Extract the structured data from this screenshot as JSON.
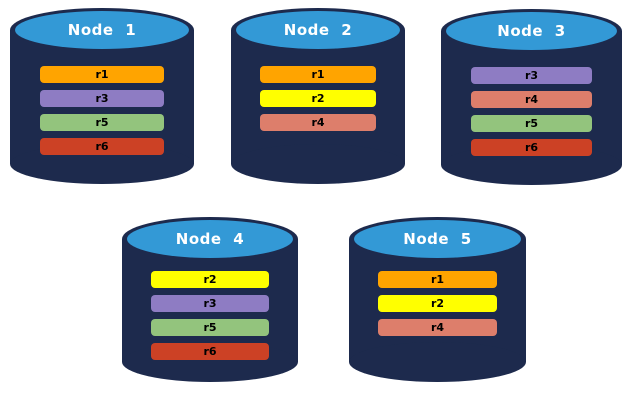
{
  "colors": {
    "cylinder_body": "#1d2a4d",
    "cylinder_top": "#3399d6",
    "title_text": "#ffffff",
    "bar_text": "#000000",
    "background": "#ffffff"
  },
  "replica_colors": {
    "r1": "#ffa400",
    "r2": "#ffff00",
    "r3": "#8e7cc3",
    "r4": "#dd7e6b",
    "r5": "#93c47d",
    "r6": "#cc4125"
  },
  "nodes": [
    {
      "title": "Node 1",
      "replicas": [
        "r1",
        "r3",
        "r5",
        "r6"
      ]
    },
    {
      "title": "Node 2",
      "replicas": [
        "r1",
        "r2",
        "r4"
      ]
    },
    {
      "title": "Node 3",
      "replicas": [
        "r3",
        "r4",
        "r5",
        "r6"
      ]
    },
    {
      "title": "Node 4",
      "replicas": [
        "r2",
        "r3",
        "r5",
        "r6"
      ]
    },
    {
      "title": "Node 5",
      "replicas": [
        "r1",
        "r2",
        "r4"
      ]
    }
  ]
}
